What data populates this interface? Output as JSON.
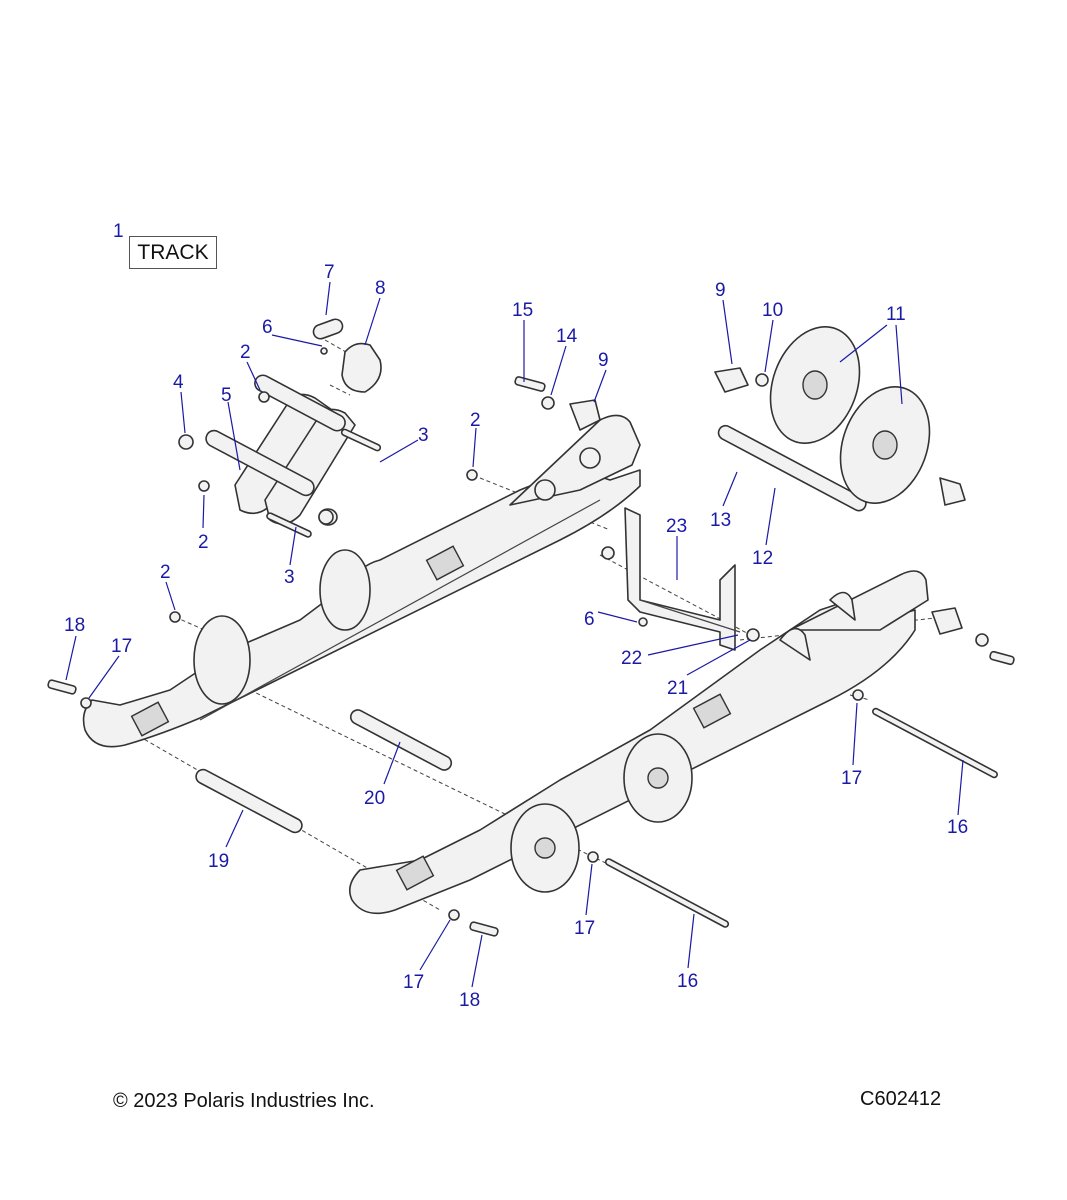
{
  "track_label": "TRACK",
  "copyright": "© 2023 Polaris Industries Inc.",
  "diagram_code": "C602412",
  "callouts": {
    "c1": "1",
    "c2a": "2",
    "c2b": "2",
    "c2c": "2",
    "c2d": "2",
    "c3a": "3",
    "c3b": "3",
    "c4": "4",
    "c5": "5",
    "c6a": "6",
    "c6b": "6",
    "c7": "7",
    "c8": "8",
    "c9a": "9",
    "c9b": "9",
    "c10": "10",
    "c11": "11",
    "c12": "12",
    "c13": "13",
    "c14": "14",
    "c15": "15",
    "c16a": "16",
    "c16b": "16",
    "c17a": "17",
    "c17b": "17",
    "c17c": "17",
    "c17d": "17",
    "c18a": "18",
    "c18b": "18",
    "c19": "19",
    "c20": "20",
    "c21": "21",
    "c22": "22",
    "c23": "23"
  },
  "colors": {
    "callout": "#1a1aa6",
    "line": "#333333",
    "fill": "#f2f2f2"
  }
}
